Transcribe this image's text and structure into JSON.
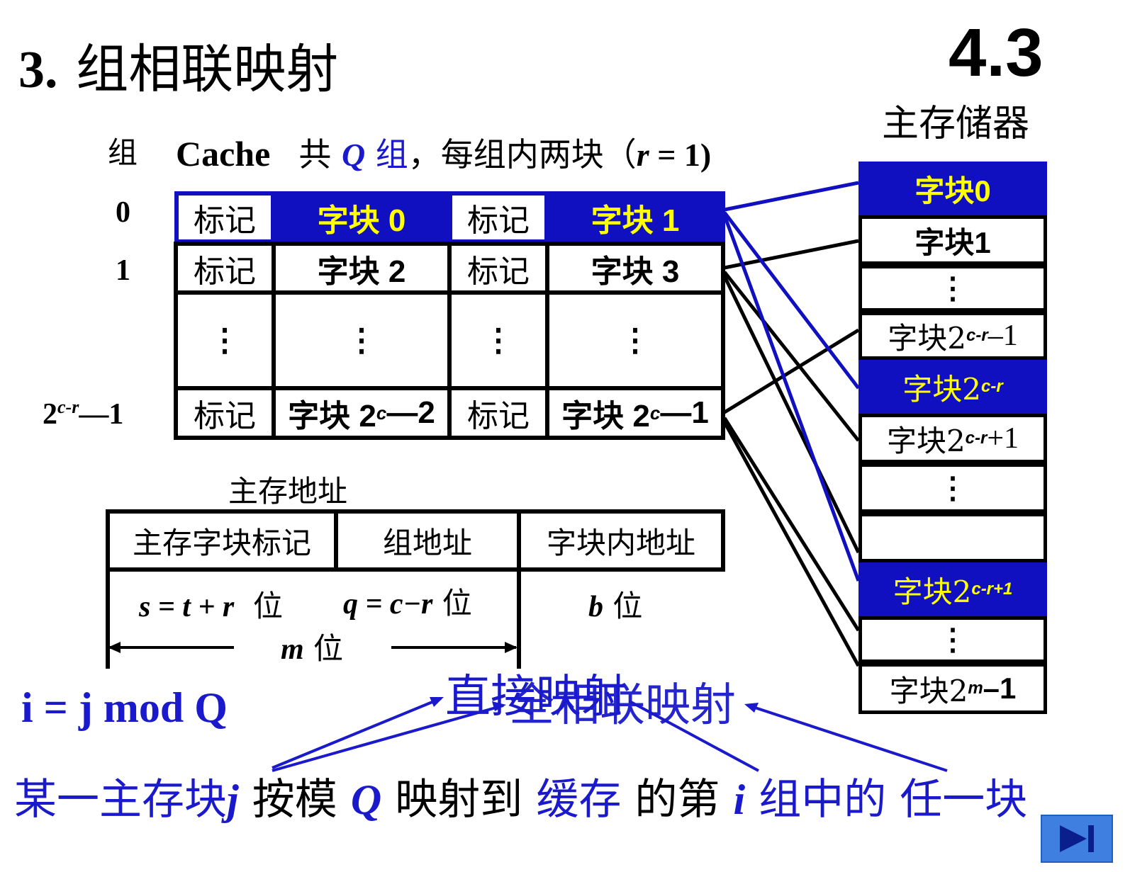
{
  "title": {
    "number": "3.",
    "text": "组相联映射"
  },
  "section": "4.3",
  "main_memory": {
    "title": "主存储器",
    "blocks": [
      {
        "label": "字块0",
        "highlight": true
      },
      {
        "label": "字块1",
        "highlight": false
      },
      {
        "label": "⋮",
        "highlight": false
      },
      {
        "label": "字块2",
        "sup": "c-r",
        "suffix": "–1",
        "highlight": false
      },
      {
        "label": "字块2",
        "sup": "c-r",
        "suffix": "",
        "highlight": true
      },
      {
        "label": "字块2",
        "sup": "c-r",
        "suffix": "+1",
        "highlight": false
      },
      {
        "label": "⋮",
        "highlight": false
      },
      {
        "label": "",
        "highlight": false
      },
      {
        "label": "字块2",
        "sup": "c-r+1",
        "suffix": "",
        "highlight": true
      },
      {
        "label": "⋮",
        "highlight": false
      },
      {
        "label": "字块2",
        "sup": "m",
        "suffix": "–1",
        "highlight": false
      }
    ]
  },
  "cache": {
    "group_header": "组",
    "name": "Cache",
    "desc_pre": "共",
    "desc_q": "Q",
    "desc_group": "组",
    "desc_post": "，每组内两块（",
    "desc_r": "r",
    "desc_eq": " = 1)",
    "rows": [
      {
        "label": "0",
        "tag1": "标记",
        "block1": "字块 0",
        "tag2": "标记",
        "block2": "字块 1"
      },
      {
        "label": "1",
        "tag1": "标记",
        "block1": "字块 2",
        "tag2": "标记",
        "block2": "字块 3"
      },
      {
        "label": "",
        "tag1": "⋮",
        "block1": "⋮",
        "tag2": "⋮",
        "block2": "⋮"
      },
      {
        "label_base": "2",
        "label_sup": "c-r",
        "label_suffix": "—1",
        "tag1": "标记",
        "block1_pre": "字块 2",
        "block1_sup": "c",
        "block1_suffix": "—2",
        "tag2": "标记",
        "block2_pre": "字块 2",
        "block2_sup": "c",
        "block2_suffix": "—1"
      }
    ]
  },
  "address": {
    "title": "主存地址",
    "fields": [
      "主存字块标记",
      "组地址",
      "字块内地址"
    ],
    "bits": [
      "s = t + r",
      "位",
      "q = c−r",
      "位",
      "b",
      "位"
    ],
    "total_var": "m",
    "total_unit": "位"
  },
  "formula": "i = j mod Q",
  "overlap_text_1": "直接映射",
  "overlap_text_2": "全相联映射",
  "bottom_sentence": {
    "p1": "某一主存块",
    "j": "j",
    "p2": "按模",
    "q": "Q",
    "p3": "映射到",
    "p4": "缓存",
    "p5": "的第",
    "i": "i",
    "p6": "组中的",
    "p7": "任一块"
  },
  "colors": {
    "accent_blue": "#1010c0",
    "text_blue": "#1a1acc",
    "yellow": "#ffff00",
    "nav": "#3f7fe0"
  },
  "nav_icon": "next-end-icon"
}
